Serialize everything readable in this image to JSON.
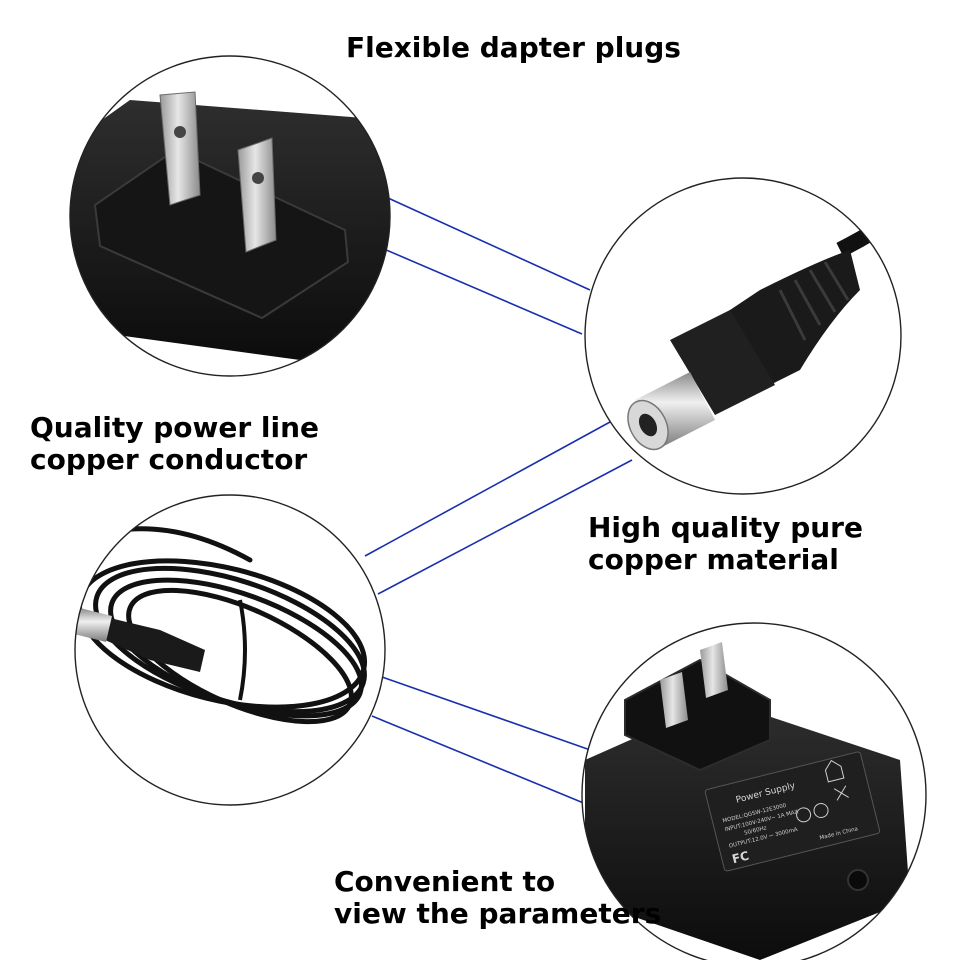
{
  "captions": {
    "plugs": "Flexible dapter plugs",
    "power_line": [
      "Quality power line",
      "copper conductor"
    ],
    "copper": [
      "High quality pure",
      "copper material"
    ],
    "parameters": [
      "Convenient to",
      "view the parameters"
    ]
  },
  "label": {
    "brand": "Power Supply",
    "model": "MODEL:QGSW-12E3000",
    "input": "INPUT:100V-240V~ 1A MAX",
    "freq": "50/60Hz",
    "output": "OUTPUT:12.0V ⎓ 3000mA",
    "origin": "Made in China",
    "fc": "FC"
  },
  "colors": {
    "connector_lines": "#1a2fb0",
    "circle_stroke": "#222222",
    "plastic": "#1c1c1c",
    "metal": "#c9c9c9"
  }
}
